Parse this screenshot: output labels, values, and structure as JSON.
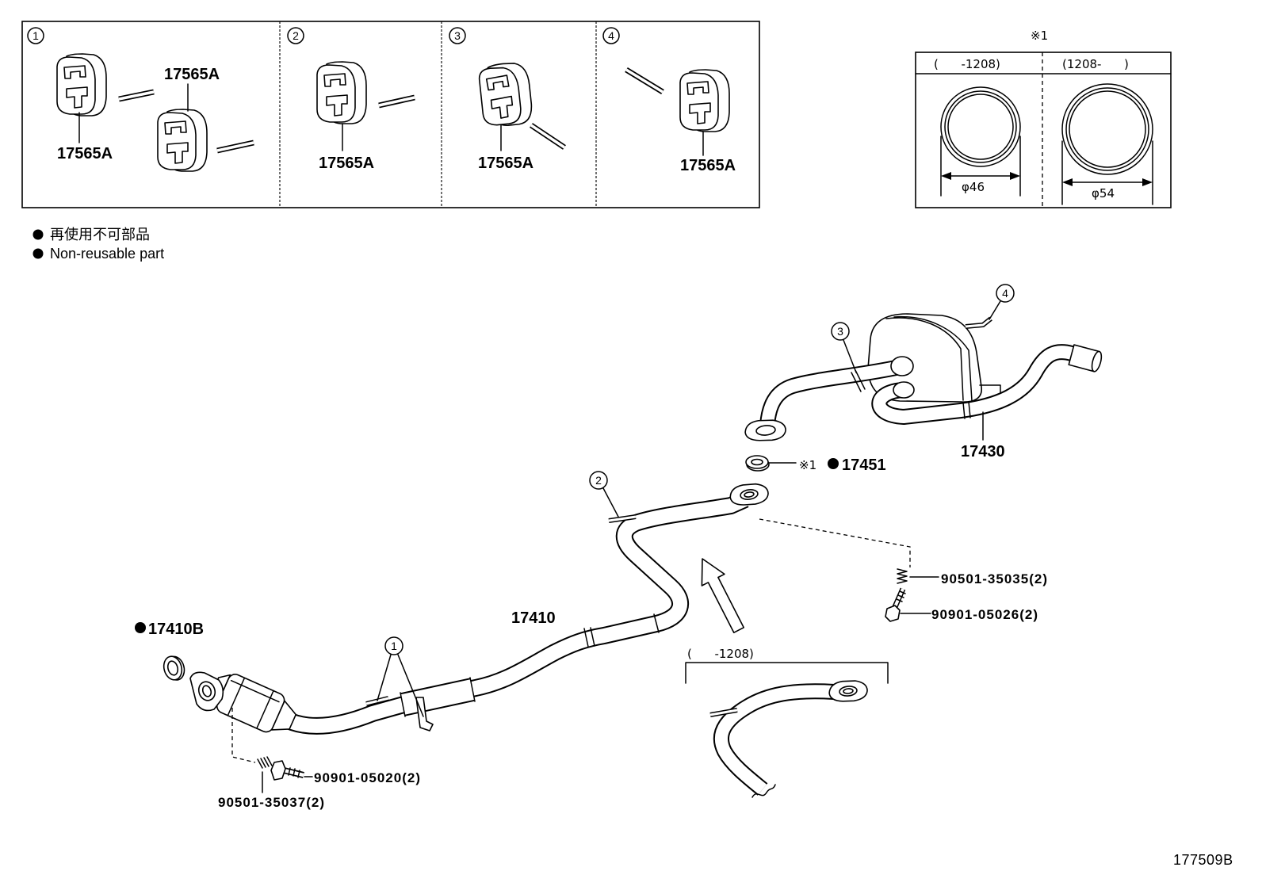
{
  "figure_code": "177509B",
  "legend": {
    "jp": "再使用不可部品",
    "en": "Non-reusable part"
  },
  "hanger_panels": [
    {
      "index": "1",
      "part_top": "17565A",
      "part_bottom": "17565A"
    },
    {
      "index": "2",
      "part": "17565A"
    },
    {
      "index": "3",
      "part": "17565A"
    },
    {
      "index": "4",
      "part": "17565A"
    }
  ],
  "gasket_detail": {
    "note": "※1",
    "range_left": "(      -1208)",
    "range_right": "(1208-      )",
    "diameter_left": "φ46",
    "diameter_right": "φ54"
  },
  "callouts": {
    "hanger_1": "1",
    "hanger_2": "2",
    "hanger_3": "3",
    "hanger_4": "4",
    "part_17430": "17430",
    "gasket_note": "※1",
    "part_17451": "17451",
    "part_17410": "17410",
    "part_17410B": "17410B",
    "spring_rear": "90501-35035(2)",
    "bolt_rear": "90901-05026(2)",
    "bolt_front": "90901-05020(2)",
    "spring_front": "90501-35037(2)",
    "inset_range": "(      -1208)"
  }
}
